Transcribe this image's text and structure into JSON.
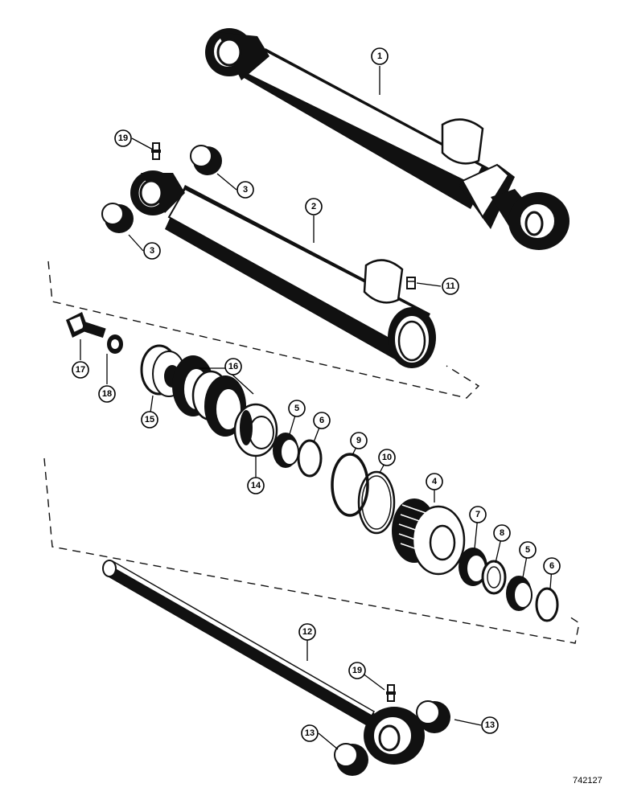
{
  "diagram": {
    "drawing_number": "742127",
    "callouts": {
      "c1": "1",
      "c2": "2",
      "c3a": "3",
      "c3b": "3",
      "c4": "4",
      "c5a": "5",
      "c5b": "5",
      "c6a": "6",
      "c6b": "6",
      "c7": "7",
      "c8": "8",
      "c9": "9",
      "c10": "10",
      "c11": "11",
      "c12": "12",
      "c13a": "13",
      "c13b": "13",
      "c14": "14",
      "c15": "15",
      "c16": "16",
      "c17": "17",
      "c18": "18",
      "c19a": "19",
      "c19b": "19"
    }
  }
}
